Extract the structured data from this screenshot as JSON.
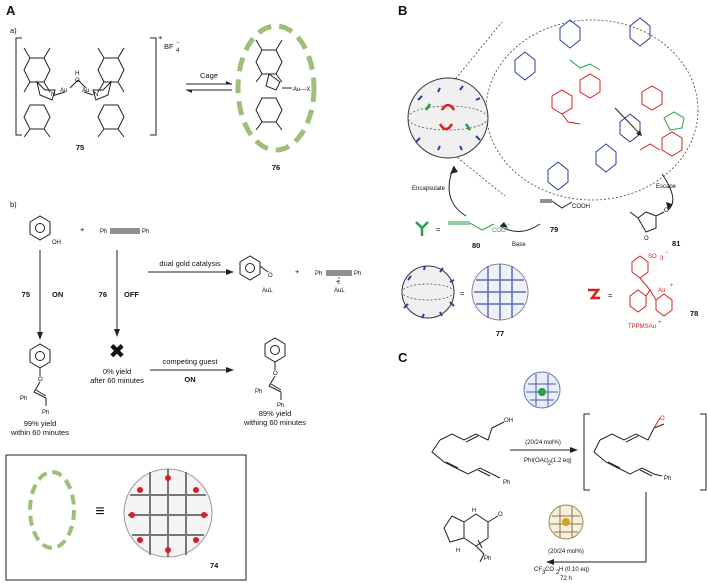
{
  "panels": {
    "A": "A",
    "B": "B",
    "C": "C"
  },
  "panelA": {
    "sub_a": "a)",
    "sub_b": "b)",
    "counterion": "BF",
    "counterion_sub": "4",
    "counterion_charge": "−",
    "bracket_charge": "+",
    "au1": "Au",
    "au2": "Au",
    "o": "O",
    "h": "H",
    "au_x": "Au—X",
    "n": "N",
    "arrow_label": "Cage",
    "cmpd75": "75",
    "cmpd76": "76",
    "cmpd74": "74",
    "ph1": "Ph",
    "ph2": "Ph",
    "oh": "OH",
    "plus": "+",
    "cond75": "75",
    "on1": "ON",
    "cond76": "76",
    "off": "OFF",
    "dual": "dual gold catalysis",
    "aul": "AuL",
    "aul2": "AuL",
    "plus2": "+",
    "ph3": "Ph",
    "ph4": "Ph",
    "plus_charge": "+",
    "cross": "✖",
    "yield0_1": "0% yield",
    "yield0_2": "after 60 minutes",
    "competing": "competing guest",
    "on2": "ON",
    "prod_ph1": "Ph",
    "prod_ph2": "Ph",
    "prod_ph3": "Ph",
    "prod_ph4": "Ph",
    "yield99_1": "99% yield",
    "yield99_2": "within 60 minutes",
    "yield89_1": "89% yield",
    "yield89_2": "withing 60 minutes",
    "equiv": "≡"
  },
  "panelB": {
    "encapsulate": "Encapsulate",
    "escape": "Escape",
    "base": "Base",
    "cmpd80": "80",
    "cmpd79": "79",
    "cmpd81": "81",
    "cmpd77": "77",
    "cmpd78": "78",
    "cooh": "COOH",
    "coo": "COO",
    "coo_charge": "−",
    "so3": "SO",
    "so3_sub": "3",
    "so3_charge": "−",
    "au_plus": "Au",
    "au_charge": "+",
    "tppms": "TPPMSAu",
    "tppms_charge": "+",
    "equals1": "=",
    "equals2": "=",
    "o_lac": "O",
    "o_lac2": "O"
  },
  "panelC": {
    "oh": "OH",
    "ph1": "Ph",
    "ph2": "Ph",
    "ph3": "Ph",
    "o": "O",
    "o2": "O",
    "cond1": "(20/24 mol%)",
    "cond2": "PhI(OAc)",
    "cond2_sub": "2",
    "cond2_tail": " (1.2 eq)",
    "cond3": "(20/24 mol%)",
    "cond4": "CF",
    "cond4_sub": "3",
    "cond4_mid": "CO",
    "cond4_sub2": "2",
    "cond4_tail": "H (0.10 eq)",
    "cond5": "72 h",
    "h1": "H",
    "h2": "H"
  },
  "colors": {
    "green_dash": "#9dbf7a",
    "red": "#d62020",
    "blue": "#2c3f9a",
    "green": "#2a9d4a"
  }
}
